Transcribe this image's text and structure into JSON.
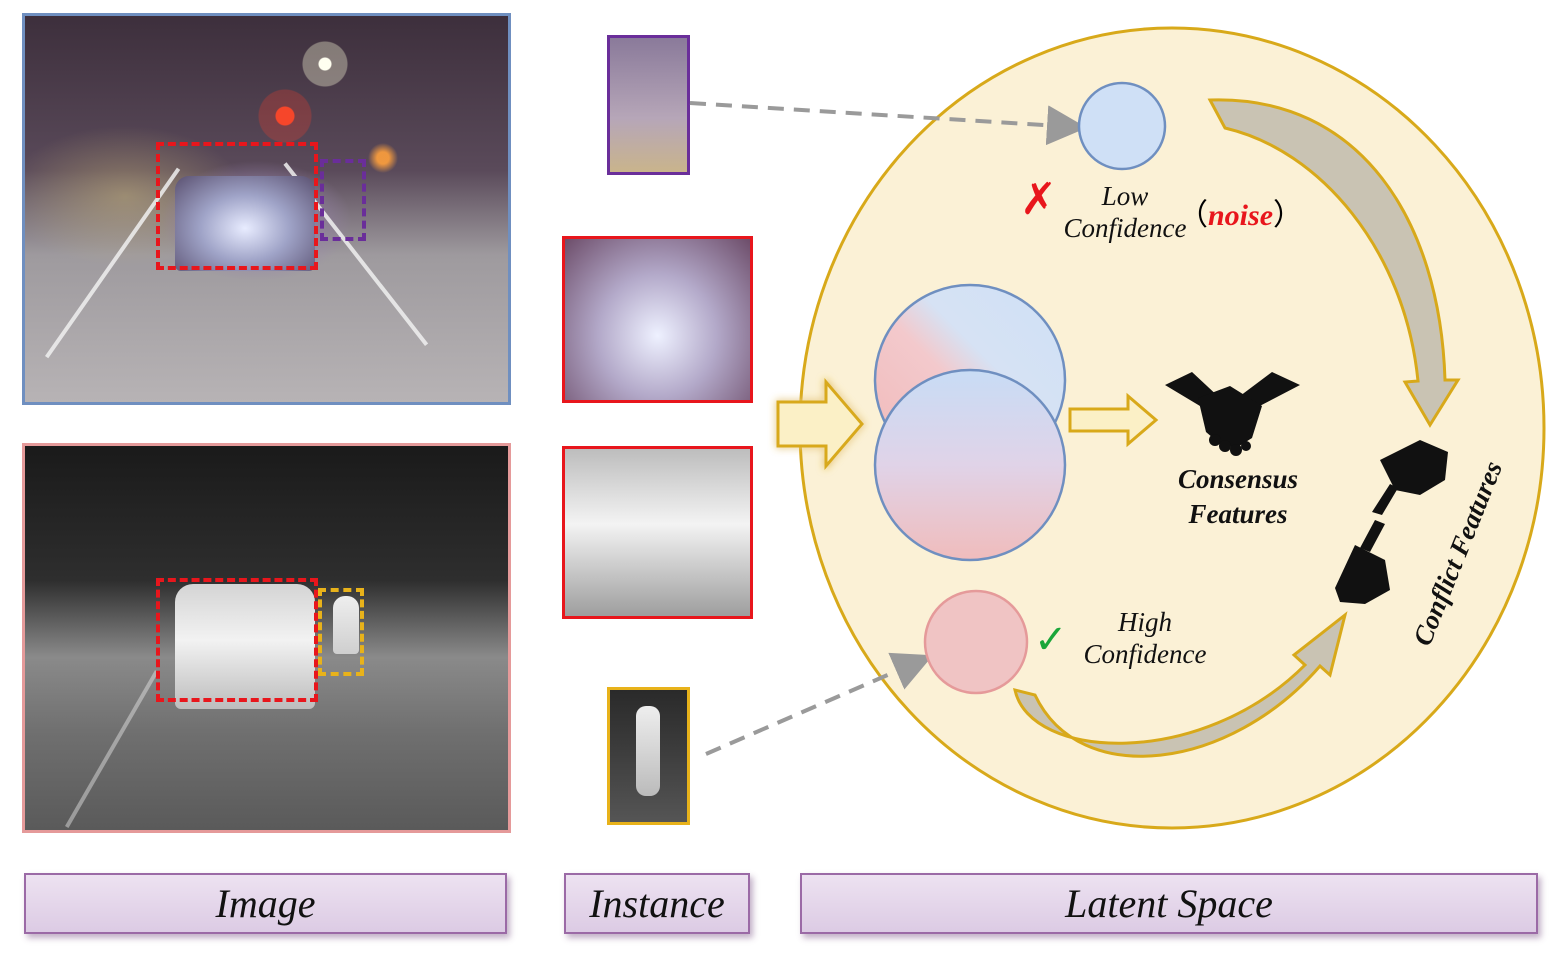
{
  "panels": {
    "image_label": "Image",
    "instance_label": "Instance",
    "latent_label": "Latent Space"
  },
  "latent": {
    "low_confidence_line1": "Low",
    "low_confidence_line2": "Confidence",
    "noise_open": "（",
    "noise_word": "noise",
    "noise_close": "）",
    "high_confidence_line1": "High",
    "high_confidence_line2": "Confidence",
    "consensus_line1": "Consensus",
    "consensus_line2": "Features",
    "conflict_label": "Conflict Features",
    "cross_mark": "✗",
    "check_mark": "✓"
  },
  "colors": {
    "rgb_frame": "#6f8fc0",
    "ir_frame": "#e59a9a",
    "red_box": "#e8161c",
    "purple_box": "#6a2e9a",
    "orange_box": "#e8b21a",
    "latent_fill": "#fbf1d6",
    "latent_stroke": "#d8a91a",
    "rgb_circle": "#cfe0f6",
    "ir_circle": "#f0c4c4",
    "label_bar": "#dccbe4",
    "noise_red": "#e8161c",
    "check_green": "#1aa63a"
  },
  "icons": [
    "handshake-icon",
    "pointing-hands-icon",
    "cross-icon",
    "check-icon"
  ]
}
